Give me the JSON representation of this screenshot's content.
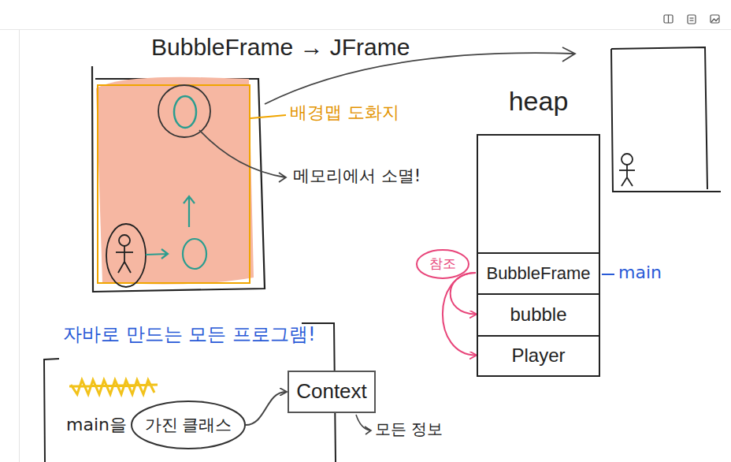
{
  "diagram": {
    "title": "BubbleFrame → JFrame",
    "nodes": [
      {
        "text": [
          "heap"
        ]
      },
      {
        "text": [
          "BubbleFrame"
        ],
        "in": 0
      },
      {
        "text": [
          "bubble"
        ],
        "in": 0
      },
      {
        "text": [
          "Player"
        ],
        "in": 0
      },
      {
        "text": [
          "참조"
        ]
      },
      {
        "text": [
          "가진 클래스"
        ]
      },
      {
        "text": [
          "Context"
        ]
      }
    ],
    "edges": [
      {
        "from": 1,
        "to": 2,
        "arrow": "to"
      },
      {
        "from": 1,
        "to": 3,
        "arrow": "to"
      },
      {
        "from": 5,
        "to": 6,
        "arrow": "to"
      }
    ],
    "labels": [
      "배경맵 도화지",
      "메모리에서 소멸!",
      "main",
      "자바로 만드는 모든 프로그램!",
      "main을",
      "모든 정보"
    ]
  }
}
